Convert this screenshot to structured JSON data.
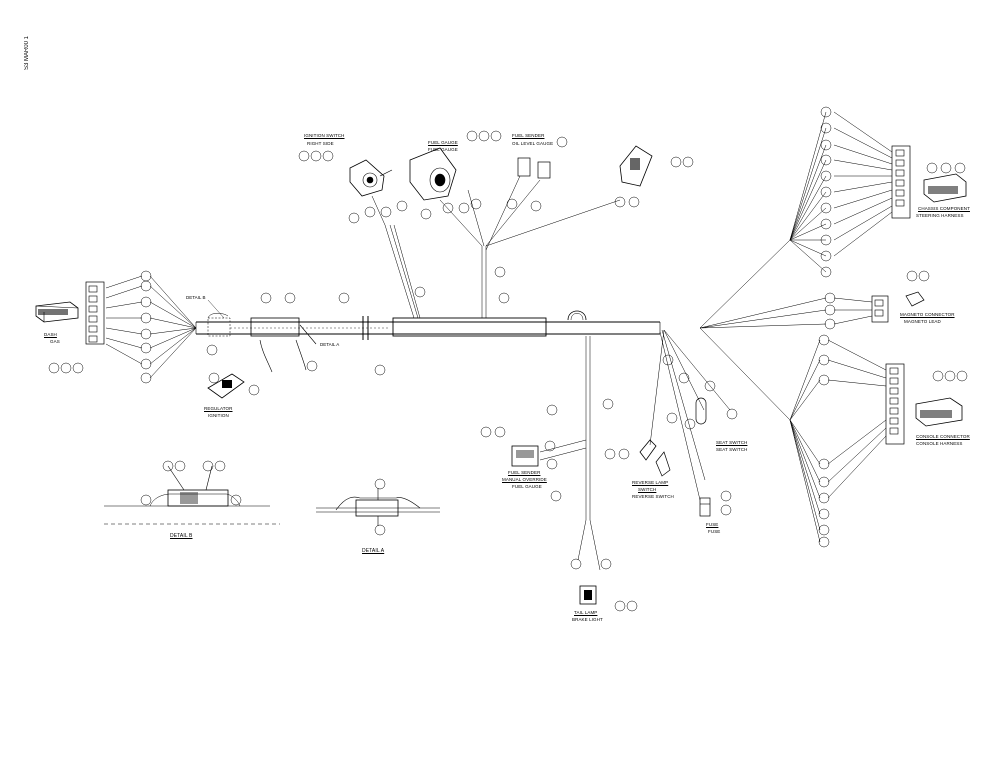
{
  "page_id": "S3 MAR00 1",
  "detail_a_ref": "DETAIL A",
  "detail_b_ref": "DETAIL B",
  "labels": {
    "ignition_top": "IGNITION SWITCH",
    "ignition_sub": "RIGHT SIDE",
    "gauge_top": "FUEL GAUGE",
    "gauge_sub": "FUEL GAUGE",
    "sender_top": "FUEL SENDER",
    "sender_sub": "OIL LEVEL GAUGE",
    "dash_top": "DASH",
    "dash_sub": "GAS",
    "regulator_top": "REGULATOR",
    "regulator_sub": "IGNITION",
    "fuel_sender_top": "FUEL SENDER",
    "fuel_sender_mid": "MANUAL OVERRIDE",
    "fuel_sender_sub": "FUEL GAUGE",
    "tail_top": "TAIL LAMP",
    "tail_sub": "BRAKE LIGHT",
    "reverse_top": "REVERSE LAMP",
    "reverse_mid": "SWITCH",
    "reverse_sub": "REVERSE SWITCH",
    "seat_top": "SEAT SWITCH",
    "seat_sub": "SEAT SWITCH",
    "fuse_top": "FUSE",
    "fuse_sub": "FUSE",
    "magneto_top": "MAGNETO CONNECTOR",
    "magneto_sub": "MAGNETO LEAD",
    "chassis_top": "CHASSIS COMPONENT",
    "chassis_sub": "STEERING HARNESS",
    "console_top": "CONSOLE CONNECTOR",
    "console_sub": "CONSOLE HARNESS",
    "detail_b_title": "DETAIL B",
    "detail_a_title": "DETAIL A"
  },
  "colors": {
    "ink": "#000000",
    "paper": "#ffffff"
  },
  "icons": [
    "connector-icon",
    "gauge-icon",
    "switch-icon",
    "plug-icon"
  ]
}
